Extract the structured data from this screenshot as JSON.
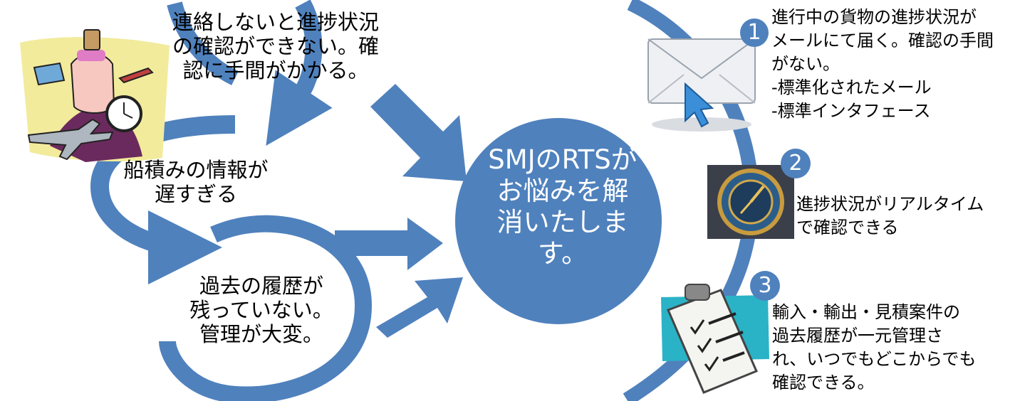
{
  "colors": {
    "primary": "#4f81bd",
    "text": "#000000",
    "hub_text": "#ffffff"
  },
  "problems": [
    {
      "lines": [
        "連絡しないと進捗状況",
        "の確認ができない。確",
        "認に手間がかかる。"
      ]
    },
    {
      "lines": [
        "船積みの情報が",
        "遅すぎる"
      ]
    },
    {
      "lines": [
        "過去の履歴が",
        "残っていない。",
        "管理が大変。"
      ]
    }
  ],
  "hub": {
    "lines": [
      "SMJのRTSが",
      "お悩みを解",
      "消いたしま",
      "す。"
    ]
  },
  "solutions": [
    {
      "number": "1",
      "icon": "mail-icon",
      "lines": [
        "進行中の貨物の進捗状況が",
        "メールにて届く。確認の手間",
        "がない。",
        "-標準化されたメール",
        "-標準インタフェース"
      ]
    },
    {
      "number": "2",
      "icon": "clock-icon",
      "lines": [
        "進捗状況がリアルタイム",
        "で確認できる"
      ]
    },
    {
      "number": "3",
      "icon": "clipboard-icon",
      "lines": [
        "輸入・輸出・見積案件の",
        "過去履歴が一元管理さ",
        "れ、いつでもどこからでも",
        "確認できる。"
      ]
    }
  ],
  "illustration": {
    "icon": "worried-businessman-icon"
  }
}
